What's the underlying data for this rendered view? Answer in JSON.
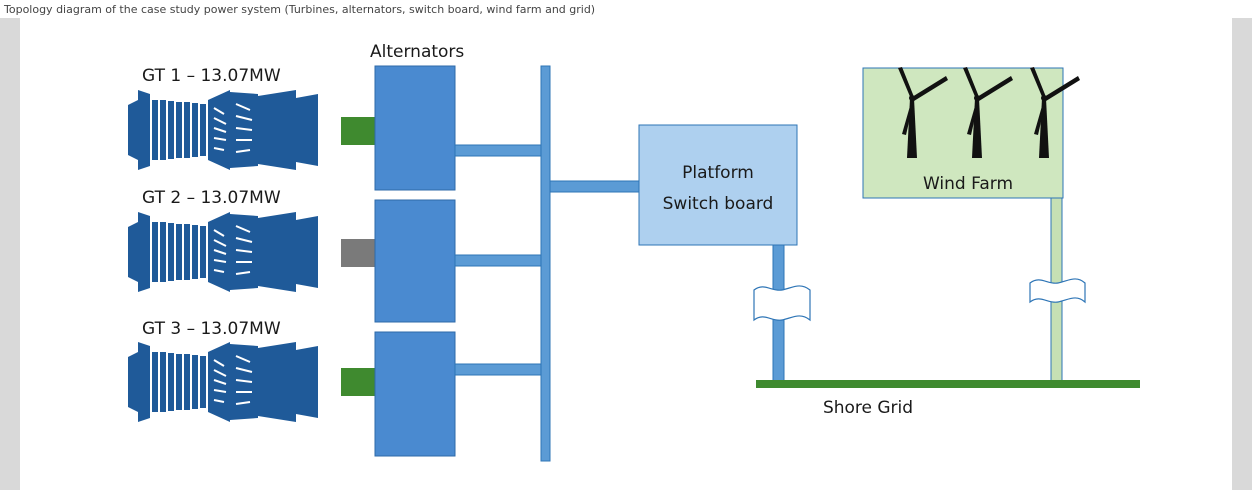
{
  "header": {
    "caption": "Topology diagram of the case study power system (Turbines, alternators, switch board, wind farm and grid)"
  },
  "turbines": [
    {
      "label": "GT 1 – 13.07MW",
      "coupling_color": "#3f8a2f"
    },
    {
      "label": "GT 2 – 13.07MW",
      "coupling_color": "#7a7a7a"
    },
    {
      "label": "GT 3 – 13.07MW",
      "coupling_color": "#3f8a2f"
    }
  ],
  "alternators": {
    "label": "Alternators"
  },
  "switchboard": {
    "line1": "Platform",
    "line2": "Switch board"
  },
  "windfarm": {
    "label": "Wind Farm",
    "turbine_icon": "wind-turbine-icon",
    "turbine_count": 3
  },
  "grid": {
    "label": "Shore Grid"
  },
  "colors": {
    "turbine_dark": "#1f5a99",
    "alternator": "#4a8ad0",
    "bus": "#5b9bd5",
    "switchboard_fill": "#aed0ef",
    "windfarm_fill": "#cfe7bf",
    "grid_line": "#3f8a2f",
    "wind_pole": "#c6e0b4"
  }
}
